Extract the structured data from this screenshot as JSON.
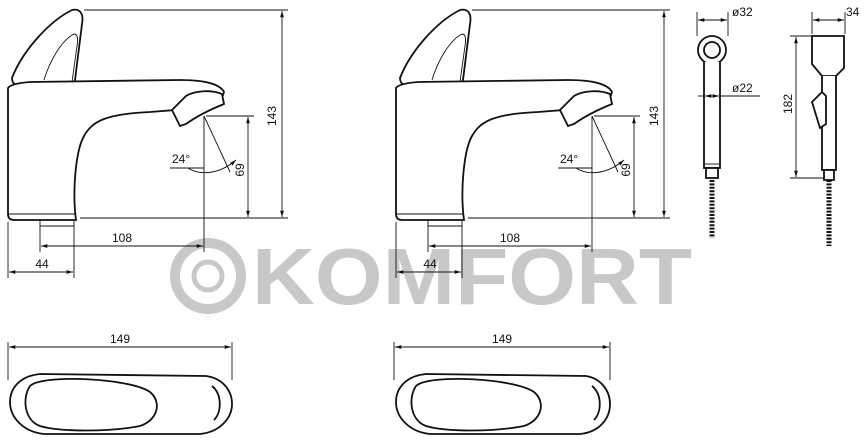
{
  "watermark": {
    "text": "KOMFORT",
    "color": "#c8c8c8"
  },
  "dims": {
    "height_left": "143",
    "spout_height_left": "69",
    "angle_left": "24°",
    "reach_left": "108",
    "base_left": "44",
    "height_right": "143",
    "spout_height_right": "69",
    "angle_right": "24°",
    "reach_right": "108",
    "base_right": "44",
    "handshower_dia_top": "ø32",
    "handshower_dia_mid": "ø22",
    "handshower_length": "182",
    "handshower_width": "34",
    "top_length_left": "149",
    "top_length_right": "149"
  }
}
